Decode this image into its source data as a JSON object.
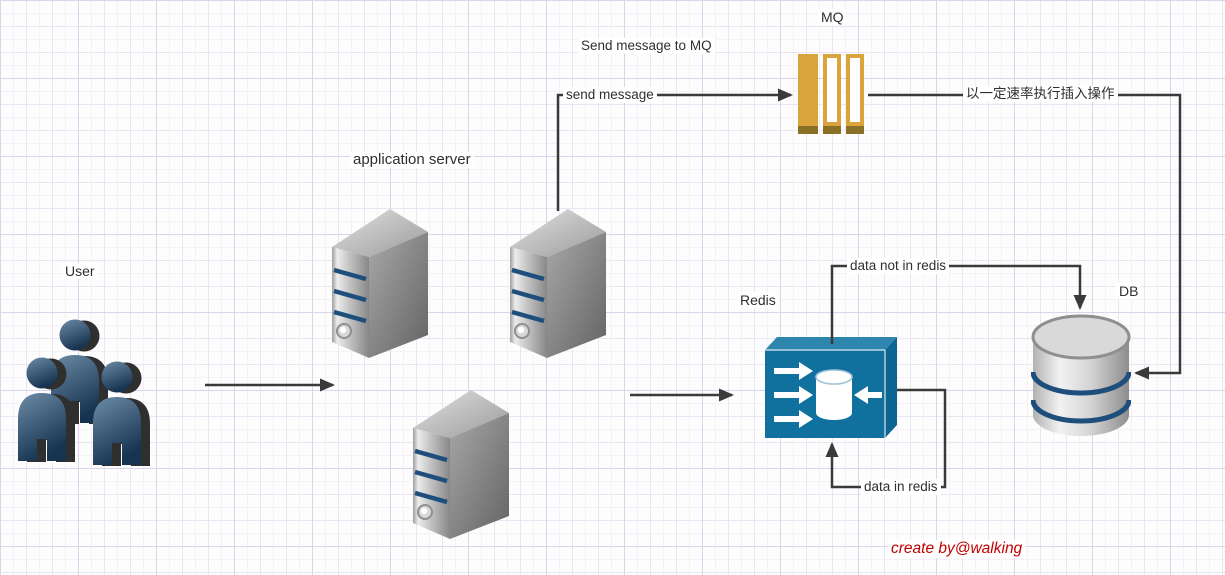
{
  "diagram": {
    "nodes": {
      "user": {
        "label": "User"
      },
      "app_server": {
        "label": "application server"
      },
      "mq": {
        "label": "MQ"
      },
      "redis": {
        "label": "Redis"
      },
      "db": {
        "label": "DB"
      }
    },
    "edge_labels": {
      "send_message_note": "Send message to MQ",
      "send_message": "send message",
      "insert_rate": "以一定速率执行插入操作",
      "data_not_in_redis": "data not in redis",
      "data_in_redis": "data in redis"
    },
    "credit": "create by@walking",
    "colors": {
      "connector": "#3a3a3a",
      "mq_gold": "#d9a43c",
      "mq_dark_gold": "#8a7026",
      "redis_front": "#11719e",
      "redis_top": "#2e86ae",
      "redis_side": "#0c6691",
      "stripe_blue": "#1d4e7c",
      "people_blue": "#2d4f6e",
      "credit_red": "#c00000",
      "grid_line": "#d9d5ec"
    },
    "icons": [
      "users-group-icon",
      "server-tower-icon",
      "message-queue-icon",
      "redis-cache-box-icon",
      "database-cylinder-icon"
    ]
  }
}
